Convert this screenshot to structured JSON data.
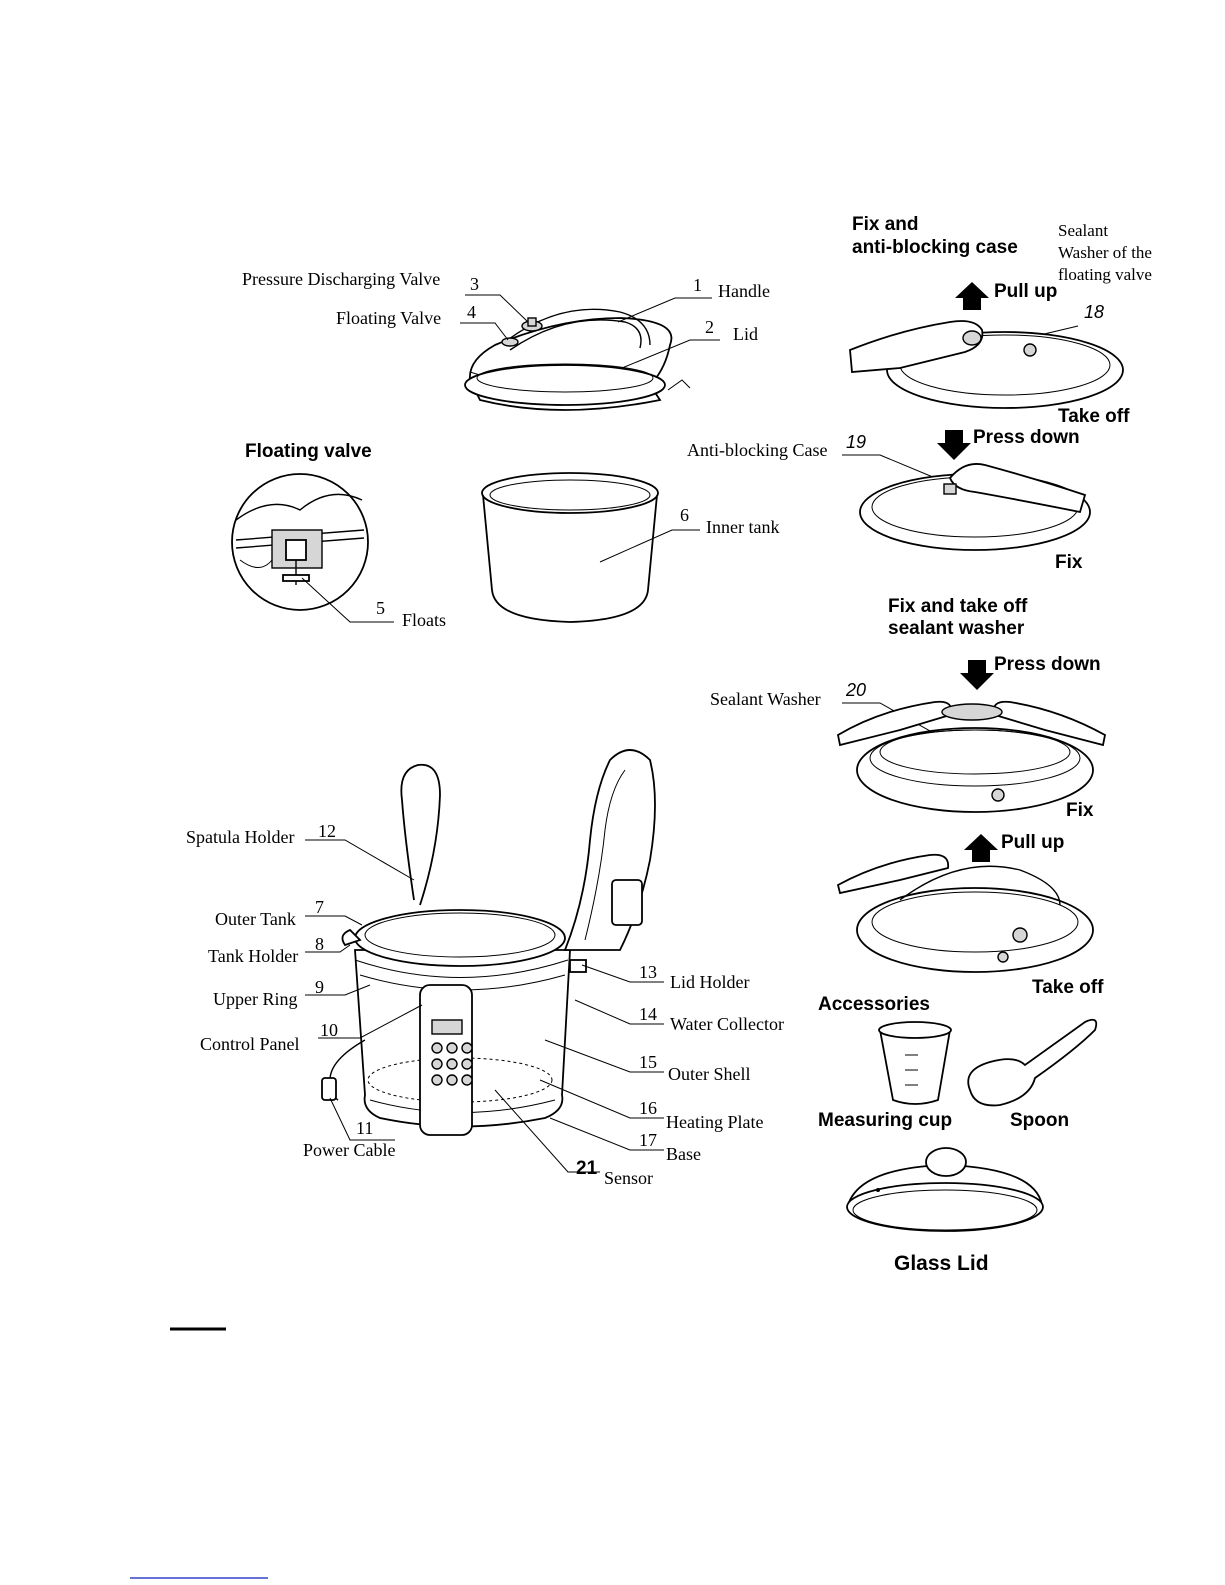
{
  "parts": {
    "p1": {
      "num": "1",
      "label": "Handle"
    },
    "p2": {
      "num": "2",
      "label": "Lid"
    },
    "p3": {
      "num": "3",
      "label": "Pressure Discharging Valve"
    },
    "p4": {
      "num": "4",
      "label": "Floating Valve"
    },
    "p5": {
      "num": "5",
      "label": "Floats"
    },
    "p6": {
      "num": "6",
      "label": "Inner tank"
    },
    "p7": {
      "num": "7",
      "label": "Outer Tank"
    },
    "p8": {
      "num": "8",
      "label": "Tank Holder"
    },
    "p9": {
      "num": "9",
      "label": "Upper Ring"
    },
    "p10": {
      "num": "10",
      "label": "Control Panel"
    },
    "p11": {
      "num": "11",
      "label": "Power Cable"
    },
    "p12": {
      "num": "12",
      "label": "Spatula Holder"
    },
    "p13": {
      "num": "13",
      "label": "Lid Holder"
    },
    "p14": {
      "num": "14",
      "label": "Water Collector"
    },
    "p15": {
      "num": "15",
      "label": "Outer Shell"
    },
    "p16": {
      "num": "16",
      "label": "Heating Plate"
    },
    "p17": {
      "num": "17",
      "label": "Base"
    },
    "p18": {
      "num": "18"
    },
    "p19": {
      "num": "19",
      "label": "Anti-blocking Case"
    },
    "p20": {
      "num": "20",
      "label": "Sealant Washer"
    },
    "p21": {
      "num": "21",
      "label": "Sensor"
    }
  },
  "floating_valve_title": "Floating valve",
  "fix_case": {
    "title_line1": "Fix and",
    "title_line2": "anti-blocking case",
    "sealant_line1": "Sealant",
    "sealant_line2": "Washer of the",
    "sealant_line3": "floating valve",
    "pull_up": "Pull up",
    "take_off": "Take off",
    "press_down": "Press down",
    "fix": "Fix"
  },
  "washer": {
    "title_line1": "Fix and take off",
    "title_line2": "sealant washer",
    "press_down": "Press down",
    "fix": "Fix",
    "pull_up": "Pull up",
    "take_off": "Take off"
  },
  "accessories": {
    "title": "Accessories",
    "measuring_cup": "Measuring cup",
    "spoon": "Spoon",
    "glass_lid": "Glass Lid"
  }
}
